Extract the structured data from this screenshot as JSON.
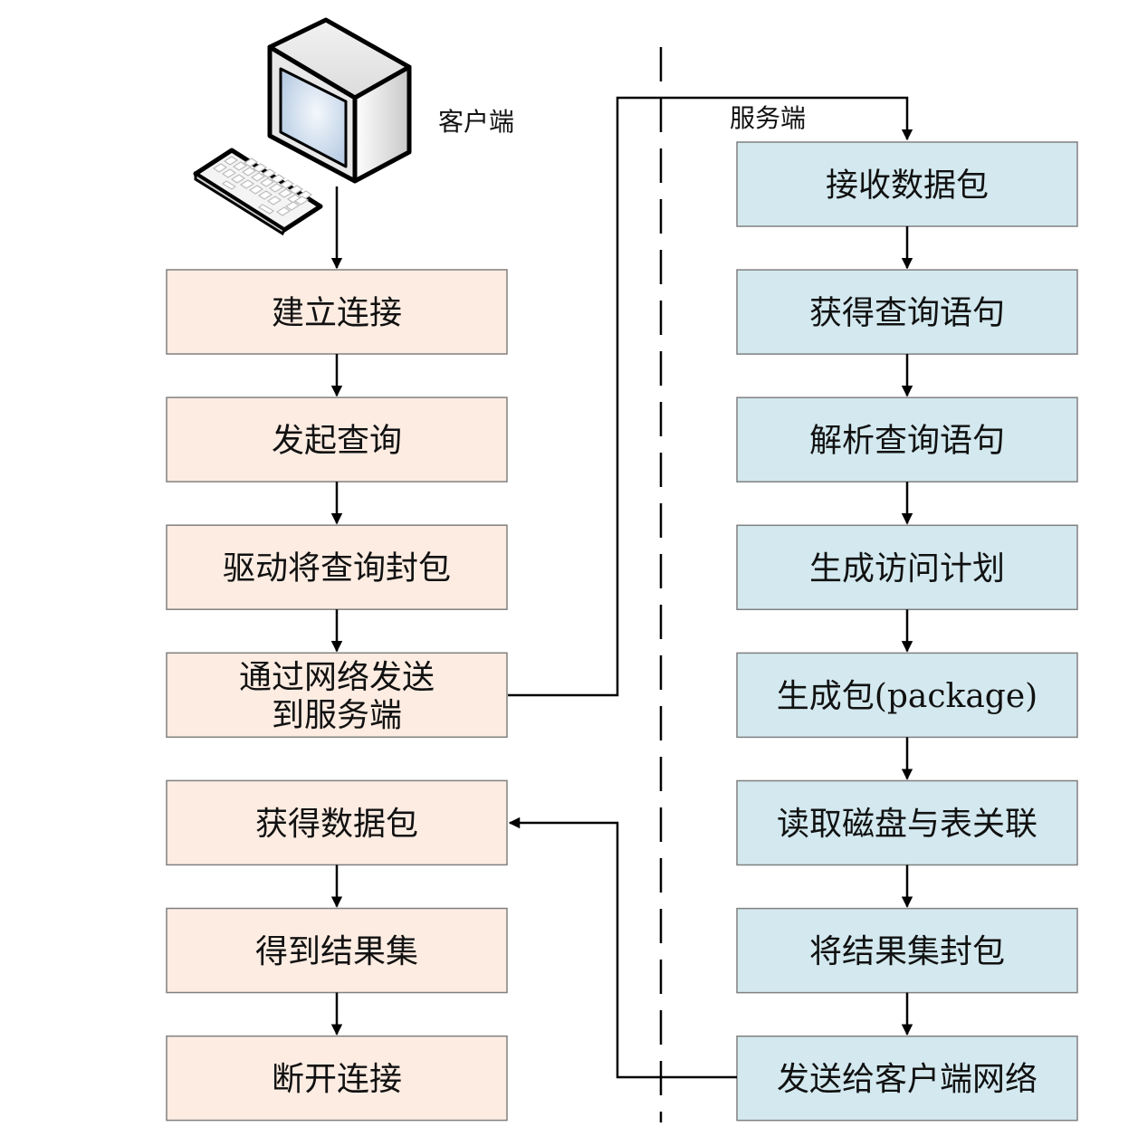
{
  "labels": {
    "client": "客户端",
    "server": "服务端"
  },
  "colors": {
    "client_fill": "#fdece2",
    "server_fill": "#d3e9ef"
  },
  "client_steps": [
    [
      "建立连接"
    ],
    [
      "发起查询"
    ],
    [
      "驱动将查询封包"
    ],
    [
      "通过网络发送",
      "到服务端"
    ],
    [
      "获得数据包"
    ],
    [
      "得到结果集"
    ],
    [
      "断开连接"
    ]
  ],
  "server_steps": [
    [
      "接收数据包"
    ],
    [
      "获得查询语句"
    ],
    [
      "解析查询语句"
    ],
    [
      "生成访问计划"
    ],
    [
      "生成包(package)"
    ],
    [
      "读取磁盘与表关联"
    ],
    [
      "将结果集封包"
    ],
    [
      "发送给客户端网络"
    ]
  ],
  "icons": {
    "client_computer": "computer-icon"
  }
}
